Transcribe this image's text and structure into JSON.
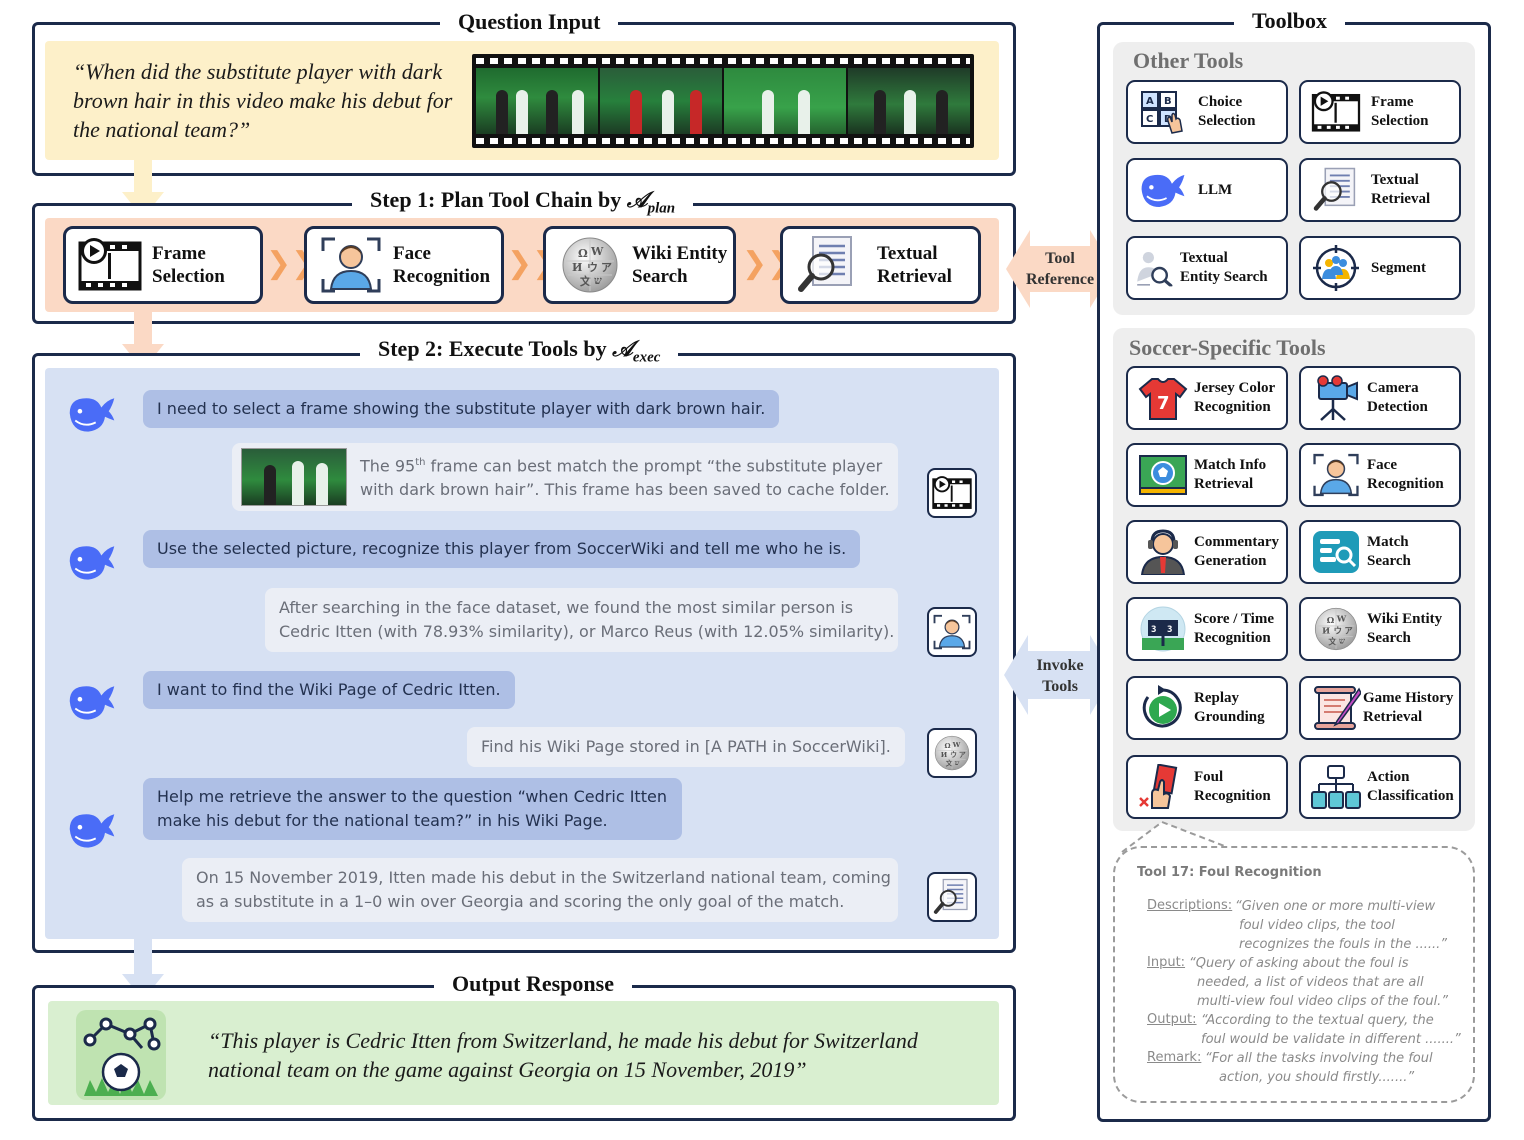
{
  "question_input": {
    "title": "Question Input",
    "question": "“When did the substitute player with dark brown hair in this video make his debut for the national team?”"
  },
  "step1": {
    "title": "Step 1: Plan Tool Chain by ",
    "agent_symbol": "𝒜",
    "agent_sub": "plan",
    "tools": [
      {
        "label": "Frame\nSelection",
        "icon": "film-icon"
      },
      {
        "label": "Face\nRecognition",
        "icon": "face-scan-icon"
      },
      {
        "label": "Wiki Entity\nSearch",
        "icon": "wikipedia-globe-icon"
      },
      {
        "label": "Textual\nRetrieval",
        "icon": "document-search-icon"
      }
    ],
    "chevron": "❯❯"
  },
  "step2": {
    "title": "Step 2: Execute Tools by ",
    "agent_symbol": "𝒜",
    "agent_sub": "exec",
    "messages": [
      {
        "role": "agent",
        "text": "I need to select a frame showing the substitute player with dark brown hair."
      },
      {
        "role": "tool",
        "text_a": "The 95",
        "sup": "th",
        "text_b": " frame can best match the prompt “the substitute player",
        "text_c": "with dark brown hair”. This frame has been saved to cache folder.",
        "icon": "film-icon"
      },
      {
        "role": "agent",
        "text": "Use the selected picture, recognize this player from SoccerWiki and tell me who he is."
      },
      {
        "role": "tool",
        "text_a": "After searching in the face dataset, we found the most similar person is",
        "text_c": "Cedric Itten (with 78.93% similarity), or Marco Reus (with 12.05% similarity).",
        "icon": "face-scan-icon"
      },
      {
        "role": "agent",
        "text": "I want to find the Wiki Page of Cedric Itten."
      },
      {
        "role": "tool",
        "text_a": "Find his Wiki Page stored in [A PATH in SoccerWiki].",
        "icon": "wikipedia-globe-icon"
      },
      {
        "role": "agent",
        "text_a": "Help me retrieve the answer to the question “when Cedric Itten",
        "text_b": "make his debut for the national team?” in his Wiki Page."
      },
      {
        "role": "tool",
        "text_a": "On 15 November 2019, Itten made his debut in the Switzerland national team, coming",
        "text_c": "as a substitute in a 1–0 win over Georgia and scoring the only goal of the match.",
        "icon": "document-search-icon"
      }
    ]
  },
  "output": {
    "title": "Output Response",
    "line1": "“This player is Cedric Itten from Switzerland, he made his debut for Switzerland",
    "line2": "national team on the game against Georgia on 15 November, 2019”"
  },
  "connectors": {
    "tool_reference": "Tool\nReference",
    "invoke_tools": "Invoke\nTools"
  },
  "toolbox": {
    "title": "Toolbox",
    "other_title": "Other Tools",
    "other_tools": [
      {
        "label": "Choice\nSelection",
        "icon": "choice-grid-icon"
      },
      {
        "label": "Frame\nSelection",
        "icon": "film-icon"
      },
      {
        "label": "LLM",
        "icon": "whale-icon"
      },
      {
        "label": "Textual\nRetrieval",
        "icon": "document-search-icon"
      },
      {
        "label": "Textual\nEntity Search",
        "icon": "person-search-icon"
      },
      {
        "label": "Segment",
        "icon": "segment-target-icon"
      }
    ],
    "soccer_title": "Soccer-Specific Tools",
    "soccer_tools": [
      {
        "label": "Jersey Color\nRecognition",
        "icon": "jersey-icon"
      },
      {
        "label": "Camera\nDetection",
        "icon": "camera-icon"
      },
      {
        "label": "Match Info\nRetrieval",
        "icon": "match-board-icon"
      },
      {
        "label": "Face\nRecognition",
        "icon": "face-scan-icon"
      },
      {
        "label": "Commentary\nGeneration",
        "icon": "commentator-icon"
      },
      {
        "label": "Match\nSearch",
        "icon": "database-search-icon"
      },
      {
        "label": "Score / Time\nRecognition",
        "icon": "scoreboard-icon"
      },
      {
        "label": "Wiki Entity\nSearch",
        "icon": "wikipedia-globe-icon"
      },
      {
        "label": "Replay\nGrounding",
        "icon": "replay-icon"
      },
      {
        "label": "Game History\nRetrieval",
        "icon": "scroll-quill-icon"
      },
      {
        "label": "Foul\nRecognition",
        "icon": "red-card-icon"
      },
      {
        "label": "Action\nClassification",
        "icon": "action-tree-icon"
      }
    ],
    "detail": {
      "title": "Tool 17: Foul Recognition",
      "desc_label": "Descriptions:",
      "desc_lines": [
        "“Given one or more multi-view",
        "foul video clips, the tool",
        "recognizes the fouls in the ......”"
      ],
      "input_label": "Input:",
      "input_lines": [
        "“Query of asking about the foul is",
        "needed, a list of videos that are all",
        "multi-view foul video clips of the foul.”"
      ],
      "output_label": "Output:",
      "output_lines": [
        "“According to the textual query, the",
        "foul would be validate in different .......”"
      ],
      "remark_label": "Remark:",
      "remark_lines": [
        "“For all the tasks involving the foul",
        "action, you should firstly.......”"
      ]
    }
  },
  "colors": {
    "frame_border": "#1b2a4a",
    "question_bg": "#fdf0c9",
    "plan_bg": "#fbd9c5",
    "exec_bg": "#d7e1f3",
    "output_bg": "#d9efd0",
    "agent_bubble": "#aebfe5",
    "tool_bubble": "#ebeef5",
    "whale": "#4a6cf7",
    "chevron": "#f4a261"
  }
}
